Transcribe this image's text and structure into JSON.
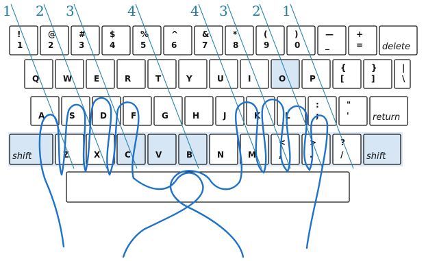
{
  "finger_numbers": [
    "1",
    "2",
    "3",
    "4",
    "4",
    "3",
    "2",
    "1"
  ],
  "rows": [
    [
      {
        "id": "1",
        "top": "!",
        "bottom": "1"
      },
      {
        "id": "2",
        "top": "@",
        "bottom": "2"
      },
      {
        "id": "3",
        "top": "#",
        "bottom": "3"
      },
      {
        "id": "4",
        "top": "$",
        "bottom": "4"
      },
      {
        "id": "5",
        "top": "%",
        "bottom": "5"
      },
      {
        "id": "6",
        "top": "^",
        "bottom": "6"
      },
      {
        "id": "7",
        "top": "&",
        "bottom": "7"
      },
      {
        "id": "8",
        "top": "*",
        "bottom": "8"
      },
      {
        "id": "9",
        "top": "(",
        "bottom": "9"
      },
      {
        "id": "0",
        "top": ")",
        "bottom": "0"
      },
      {
        "id": "minus",
        "top": "—",
        "bottom": "_"
      },
      {
        "id": "plus",
        "top": "+",
        "bottom": "="
      },
      {
        "id": "delete",
        "name": "delete"
      }
    ],
    [
      {
        "id": "q",
        "bottom": "Q"
      },
      {
        "id": "w",
        "bottom": "W"
      },
      {
        "id": "e",
        "bottom": "E"
      },
      {
        "id": "r",
        "bottom": "R"
      },
      {
        "id": "t",
        "bottom": "T"
      },
      {
        "id": "y",
        "bottom": "Y"
      },
      {
        "id": "u",
        "bottom": "U"
      },
      {
        "id": "i",
        "bottom": "I"
      },
      {
        "id": "o",
        "bottom": "O",
        "highlight": true
      },
      {
        "id": "p",
        "bottom": "P"
      },
      {
        "id": "lbrace",
        "top": "{",
        "bottom": "["
      },
      {
        "id": "rbrace",
        "top": "}",
        "bottom": "]"
      },
      {
        "id": "pipe",
        "top": "|",
        "bottom": "\\"
      }
    ],
    [
      {
        "id": "a",
        "bottom": "A"
      },
      {
        "id": "s",
        "bottom": "S"
      },
      {
        "id": "d",
        "bottom": "D"
      },
      {
        "id": "f",
        "bottom": "F"
      },
      {
        "id": "g",
        "bottom": "G"
      },
      {
        "id": "h",
        "bottom": "H"
      },
      {
        "id": "j",
        "bottom": "J"
      },
      {
        "id": "k",
        "bottom": "K"
      },
      {
        "id": "l",
        "bottom": "L"
      },
      {
        "id": "semicolon",
        "top": ":",
        "bottom": ";"
      },
      {
        "id": "quote",
        "top": "\"",
        "bottom": "'"
      },
      {
        "id": "return",
        "name": "return"
      }
    ],
    [
      {
        "id": "shift-left",
        "name": "shift",
        "highlight": true
      },
      {
        "id": "z",
        "bottom": "Z"
      },
      {
        "id": "x",
        "bottom": "X"
      },
      {
        "id": "c",
        "bottom": "C",
        "highlight": true
      },
      {
        "id": "v",
        "bottom": "V",
        "highlight": true
      },
      {
        "id": "b",
        "bottom": "B",
        "highlight": true
      },
      {
        "id": "n",
        "bottom": "N"
      },
      {
        "id": "m",
        "bottom": "M"
      },
      {
        "id": "comma",
        "top": "<",
        "bottom": ","
      },
      {
        "id": "period",
        "top": ">",
        "bottom": "."
      },
      {
        "id": "slash",
        "top": "?",
        "bottom": "/"
      },
      {
        "id": "shift-right",
        "name": "shift",
        "highlight": true
      }
    ]
  ],
  "colors": {
    "key_highlight": "#d7e6f5",
    "shift_band": "#dde9f6",
    "finger_line": "#1f72c9",
    "guide_line": "#2a86b0",
    "finger_number": "#1f7fa8"
  }
}
